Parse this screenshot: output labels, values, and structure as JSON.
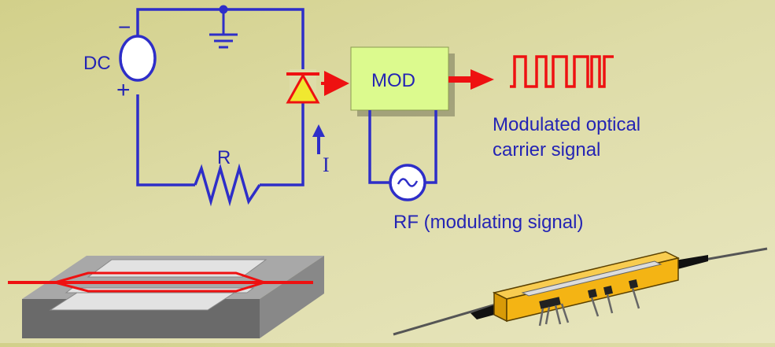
{
  "circuit": {
    "dc_label": "DC",
    "minus_sign": "−",
    "plus_sign": "+",
    "resistor_label": "R",
    "current_label": "I",
    "modulator_label": "MOD",
    "output_label_line1": "Modulated optical",
    "output_label_line2": "carrier signal",
    "rf_label": "RF (modulating signal)"
  },
  "colors": {
    "wire": "#2e2ec8",
    "label": "#2424b4",
    "signal": "#ee1111",
    "modulator_fill": "#dcfa8e",
    "diode_fill": "#f0e830",
    "package_fill": "#f4b414"
  },
  "icons": [
    "dc-source-icon",
    "ground-icon",
    "diode-icon",
    "resistor-icon",
    "rf-source-icon",
    "waveguide-chip-icon",
    "fiber-package-icon"
  ]
}
